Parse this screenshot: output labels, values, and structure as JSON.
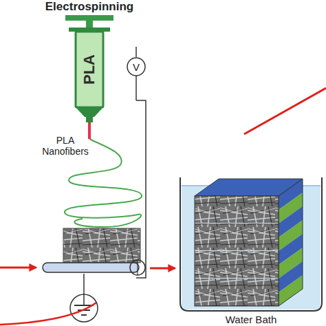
{
  "diagram": {
    "title": "Electrospinning",
    "nodes": [
      {
        "text": [
          "PLA"
        ]
      },
      {
        "text": [
          "V"
        ]
      },
      {
        "text": [
          "Water Bath"
        ]
      }
    ],
    "labels": [
      "PLA Nanofibers"
    ]
  }
}
